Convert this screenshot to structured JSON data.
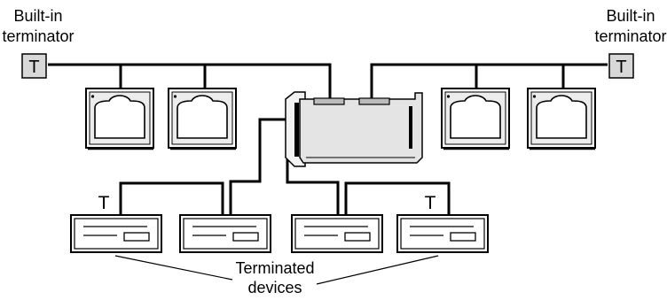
{
  "labels": {
    "left_terminator_line1": "Built-in",
    "left_terminator_line2": "terminator",
    "right_terminator_line1": "Built-in",
    "right_terminator_line2": "terminator",
    "terminator_symbol": "T",
    "terminated_devices_line1": "Terminated",
    "terminated_devices_line2": "devices"
  },
  "colors": {
    "line": "#000000",
    "terminator_box": "#d8d8d8",
    "card": "#e4e4e4",
    "monitor_bezel": "#e8e8e8",
    "background": "#ffffff"
  }
}
